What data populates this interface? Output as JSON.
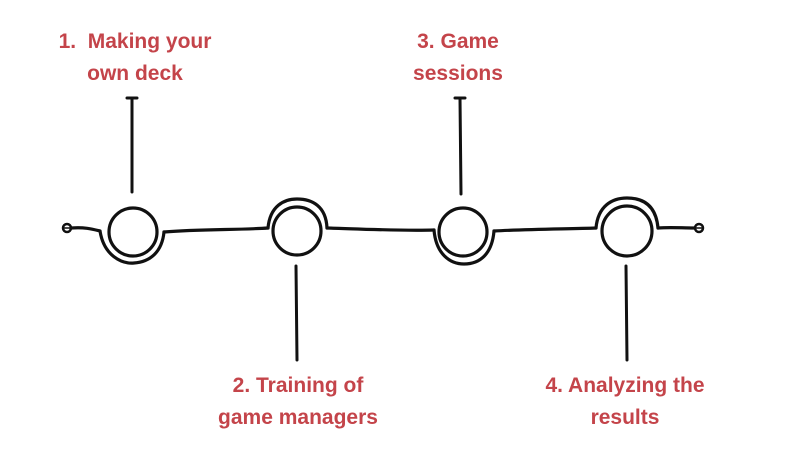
{
  "steps": [
    {
      "number": "1.",
      "lines": [
        "Making your",
        "own deck"
      ]
    },
    {
      "number": "2.",
      "lines": [
        "Training of",
        "game managers"
      ]
    },
    {
      "number": "3.",
      "lines": [
        "Game",
        "sessions"
      ]
    },
    {
      "number": "4.",
      "lines": [
        "Analyzing the",
        "results"
      ]
    }
  ],
  "colors": {
    "label": "#c4444a",
    "line": "#111111",
    "background": "#ffffff"
  }
}
